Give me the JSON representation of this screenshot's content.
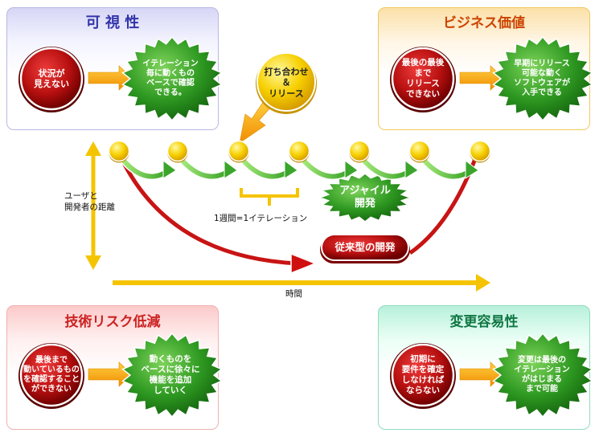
{
  "panels": {
    "visibility": {
      "title": "可 視 性",
      "red": "状況が\n見えない",
      "green": "イテレーション\n毎に動くもの\nベースで確認\nできる。"
    },
    "business": {
      "title": "ビジネス価値",
      "red": "最後の最後\nまで\nリリース\nできない",
      "green": "早期にリリース\n可能な動く\nソフトウェアが\n入手できる"
    },
    "risk": {
      "title": "技術リスク低減",
      "red": "最後まで\n動いているもの\nを確認すること\nができない",
      "green": "動くものを\nベースに徐々に\n機能を追加\nしていく"
    },
    "change": {
      "title": "変更容易性",
      "red": "初期に\n要件を確定\nしなければ\nならない",
      "green": "変更は最後の\nイテレーション\nがはじまる\nまで可能"
    }
  },
  "diagram": {
    "meeting_label": "打ち合わせ\n＆\nリリース",
    "agile_label": "アジャイル\n開発",
    "waterfall_label": "従来型の開発",
    "iteration_label": "1週間=1イテレーション",
    "distance_label": "ユーザと\n開発者の距離",
    "time_label": "時間"
  },
  "colors": {
    "visibility_title": "#3333aa",
    "business_title": "#cc4400",
    "risk_title": "#cc2222",
    "change_title": "#117744",
    "red_circle": "#c01818",
    "green_burst": "#3a9a2a",
    "orange_arrow": "#f5a800",
    "axis_yellow": "#f5c400"
  }
}
